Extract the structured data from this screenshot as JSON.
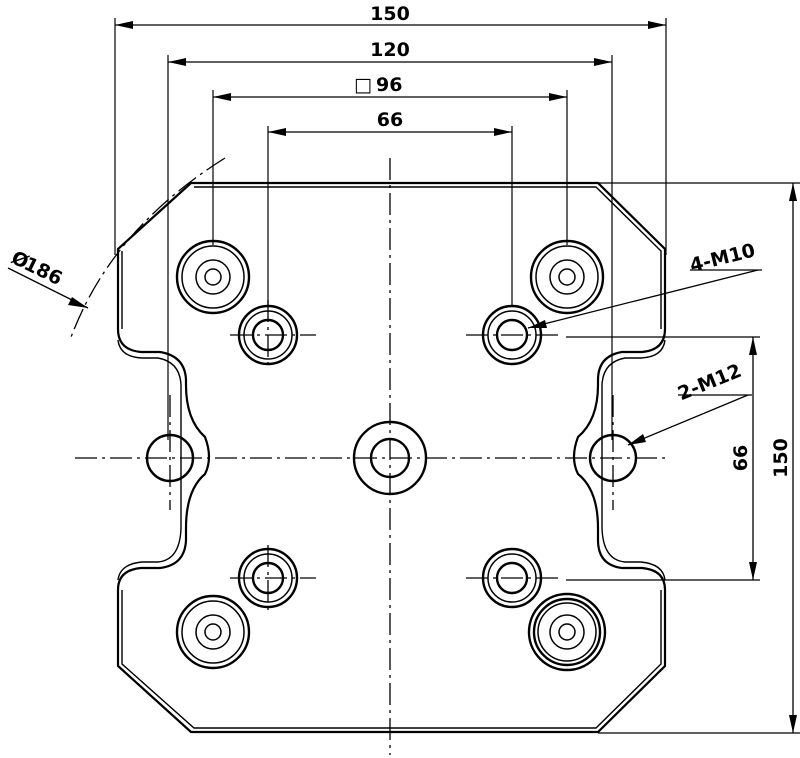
{
  "dimensions": {
    "overall_width": "150",
    "bolt_span": "120",
    "square_pattern": "96",
    "inner_pattern": "66",
    "overall_height": "150",
    "vertical_spacing": "66",
    "circle_diameter": "186"
  },
  "callouts": {
    "m10_holes": "4-M10",
    "m12_holes": "2-M12"
  },
  "symbols": {
    "diameter": "Ø",
    "square": "□"
  }
}
